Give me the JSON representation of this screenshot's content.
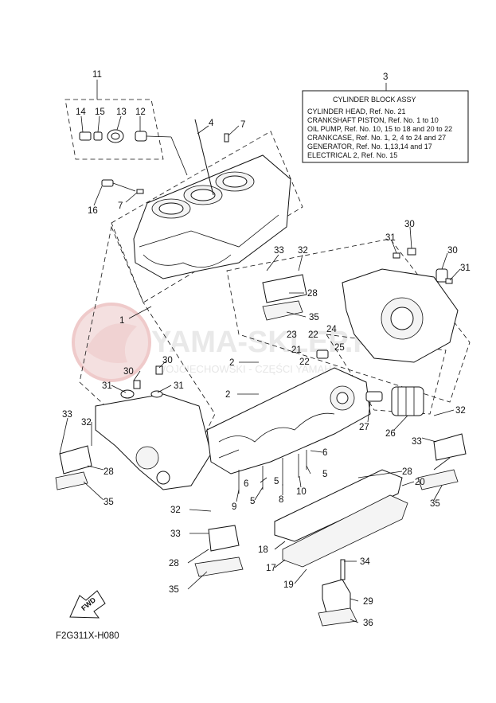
{
  "diagram_code": "F2G311X-H080",
  "fwd_label": "FWD",
  "watermark": {
    "brand": "YAMA-SKLEP.PL",
    "sub": "WOJCIECHOWSKI - CZĘŚCI YAMAHA"
  },
  "info_box": {
    "ref": "3",
    "title": "CYLINDER BLOCK ASSY",
    "lines": [
      "CYLINDER HEAD, Ref. No. 21",
      "CRANKSHAFT PISTON, Ref. No. 1 to 10",
      "OIL PUMP, Ref. No. 10, 15 to 18  and 20 to 22",
      "CRANKCASE, Ref. No. 1, 2, 4 to 24 and 27",
      "GENERATOR, Ref. No. 1,13,14 and 17",
      "ELECTRICAL 2, Ref. No. 15"
    ]
  },
  "callouts": [
    "11",
    "14",
    "15",
    "13",
    "12",
    "4",
    "7",
    "16",
    "7",
    "1",
    "33",
    "32",
    "28",
    "35",
    "31",
    "30",
    "30",
    "31",
    "23",
    "22",
    "24",
    "21",
    "25",
    "22",
    "2",
    "2",
    "30",
    "31",
    "30",
    "31",
    "33",
    "32",
    "28",
    "35",
    "27",
    "26",
    "32",
    "33",
    "28",
    "35",
    "20",
    "6",
    "5",
    "5",
    "8",
    "10",
    "9",
    "6",
    "5",
    "32",
    "33",
    "28",
    "35",
    "18",
    "17",
    "19",
    "34",
    "29",
    "36"
  ]
}
